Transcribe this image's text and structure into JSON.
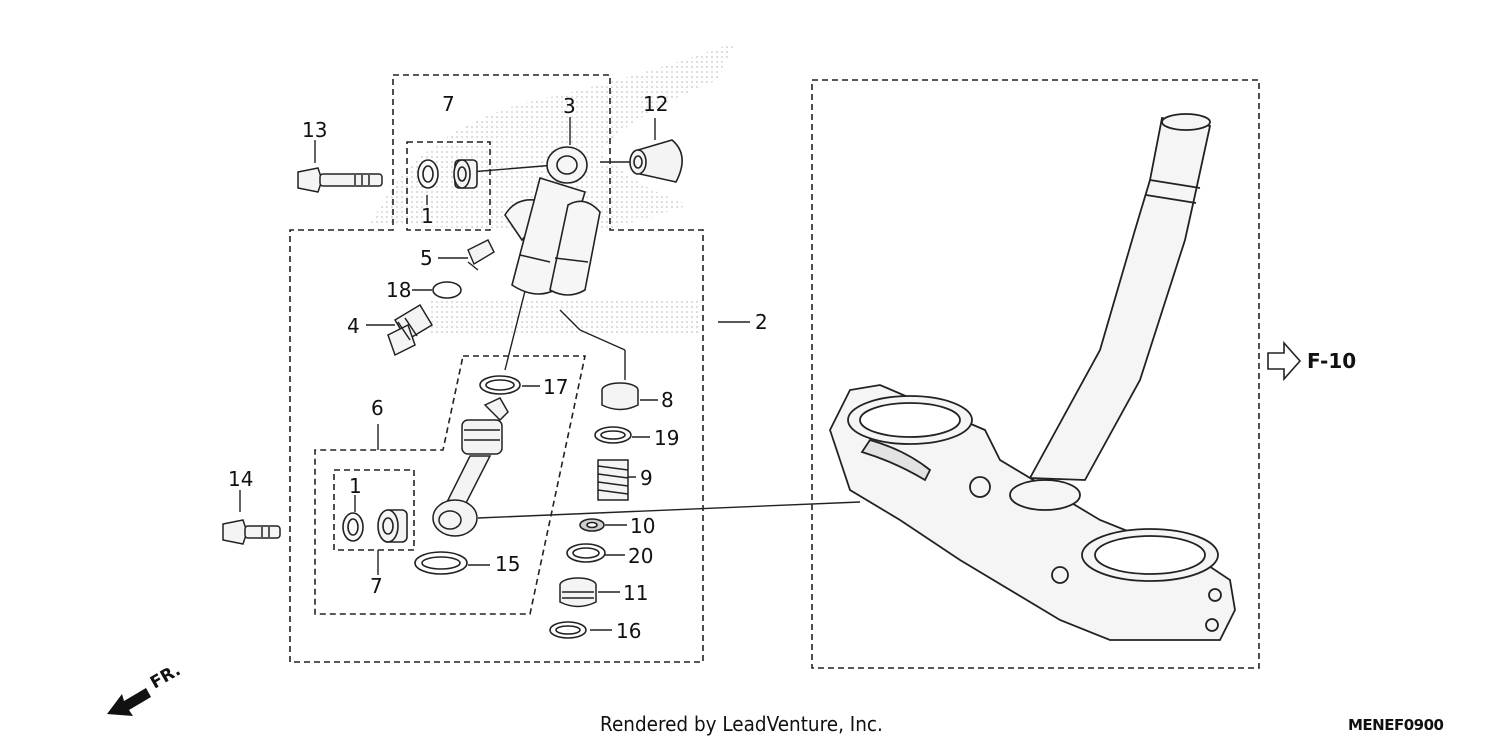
{
  "callouts": {
    "c1a": "1",
    "c1b": "1",
    "c2": "2",
    "c3": "3",
    "c4": "4",
    "c5": "5",
    "c6": "6",
    "c7a": "7",
    "c7b": "7",
    "c8": "8",
    "c9": "9",
    "c10": "10",
    "c11": "11",
    "c12": "12",
    "c13": "13",
    "c14": "14",
    "c15": "15",
    "c16": "16",
    "c17": "17",
    "c18": "18",
    "c19": "19",
    "c20": "20"
  },
  "reference": {
    "label": "F-10",
    "icon": "hollow-right-arrow-icon"
  },
  "direction": {
    "label": "FR.",
    "icon": "solid-arrow-icon"
  },
  "footer": {
    "credit": "Rendered by LeadVenture, Inc.",
    "code": "MENEF0900"
  },
  "colors": {
    "ink": "#111111",
    "watermark": "#d2d2d2",
    "part_fill": "#f4f4f4"
  }
}
